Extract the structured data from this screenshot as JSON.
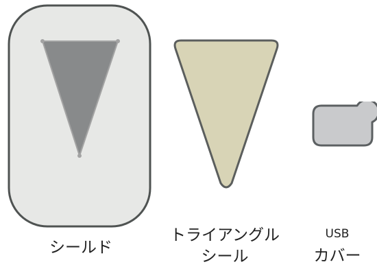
{
  "items": {
    "shield": {
      "label_line1": "シールド",
      "body_color": "#e7e8e6",
      "body_stroke": "#4f5352",
      "triangle_color": "#888a8b",
      "triangle_stroke": "#a3a3a3"
    },
    "triangle_seal": {
      "label_line1": "トライアングル",
      "label_line2": "シール",
      "fill_color": "#d8d4b6",
      "stroke_color": "#5b5e5d"
    },
    "usb_cover": {
      "label_line1": "USB",
      "label_line2": "カバー",
      "fill_color": "#c9cacc",
      "stroke_color": "#5c6062"
    }
  }
}
